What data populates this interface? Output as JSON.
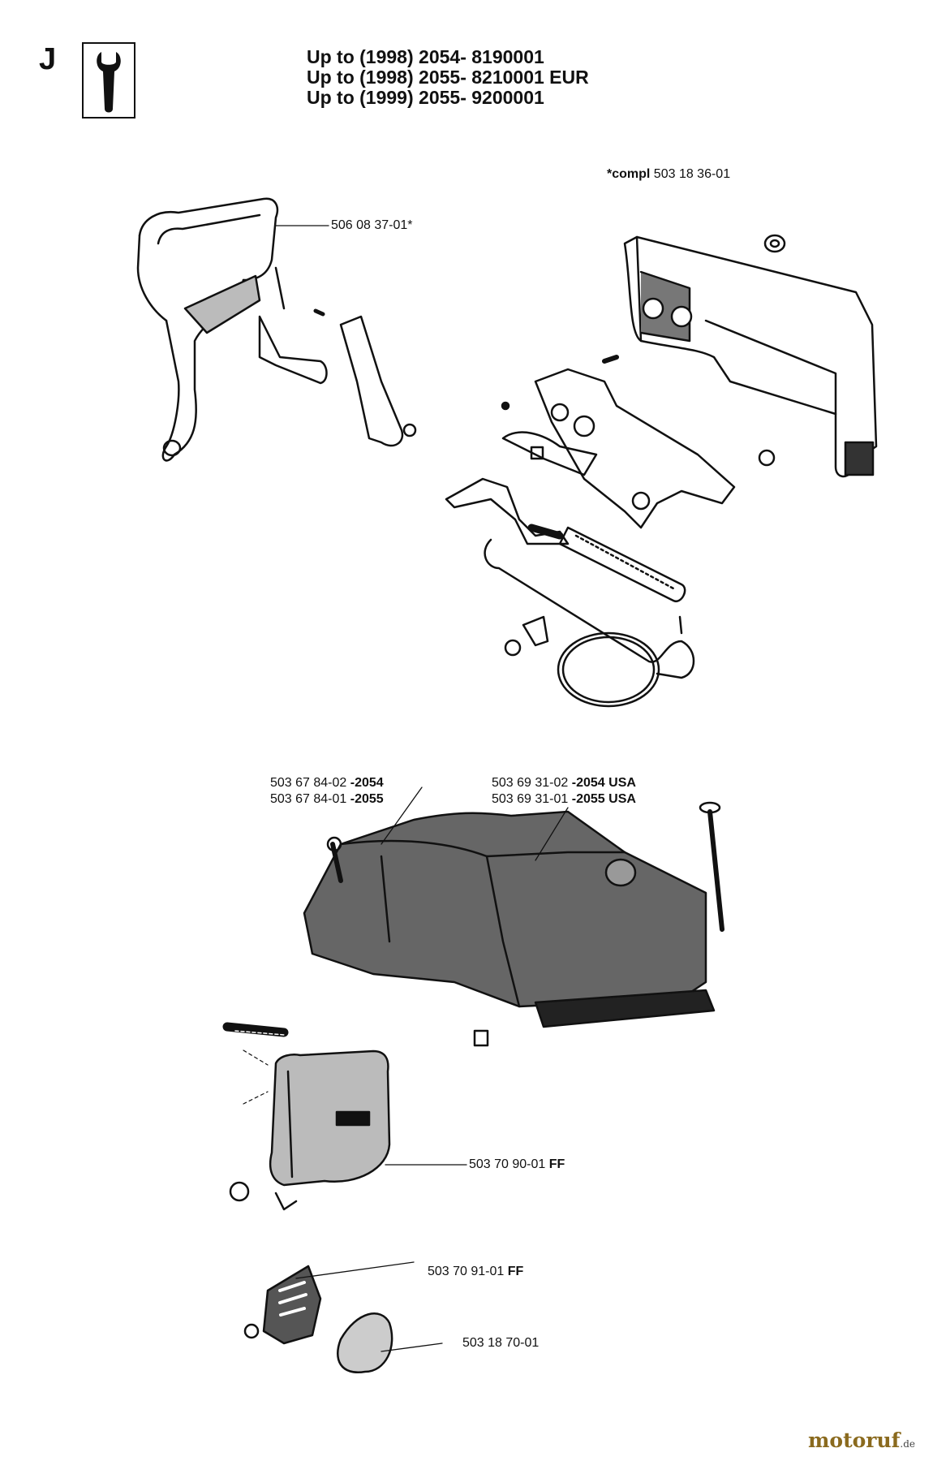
{
  "section": "J",
  "tool_icon": "wrench-icon",
  "header_lines": [
    "Up to (1998) 2054- 8190001",
    "Up to (1998) 2055- 8210001 EUR",
    "Up to (1999) 2055- 9200001"
  ],
  "compl_note": {
    "prefix": "*compl",
    "number": "503 18 36-01"
  },
  "labels": {
    "hand_guard": "506 08 37-01*",
    "cover_2054": {
      "number": "503 67 84-02",
      "model": "-2054"
    },
    "cover_2055": {
      "number": "503 67 84-01",
      "model": "-2055"
    },
    "cover_usa_2054": {
      "number": "503 69 31-02",
      "model": "-2054 USA"
    },
    "cover_usa_2055": {
      "number": "503 69 31-01",
      "model": "-2055 USA"
    },
    "muffler": {
      "number": "503 70 90-01",
      "suffix": "FF"
    },
    "muffler_plate": {
      "number": "503 70 91-01",
      "suffix": "FF"
    },
    "spark_screen": "503 18 70-01"
  },
  "watermark": {
    "brand": "motoruf",
    "tld": ".de"
  }
}
